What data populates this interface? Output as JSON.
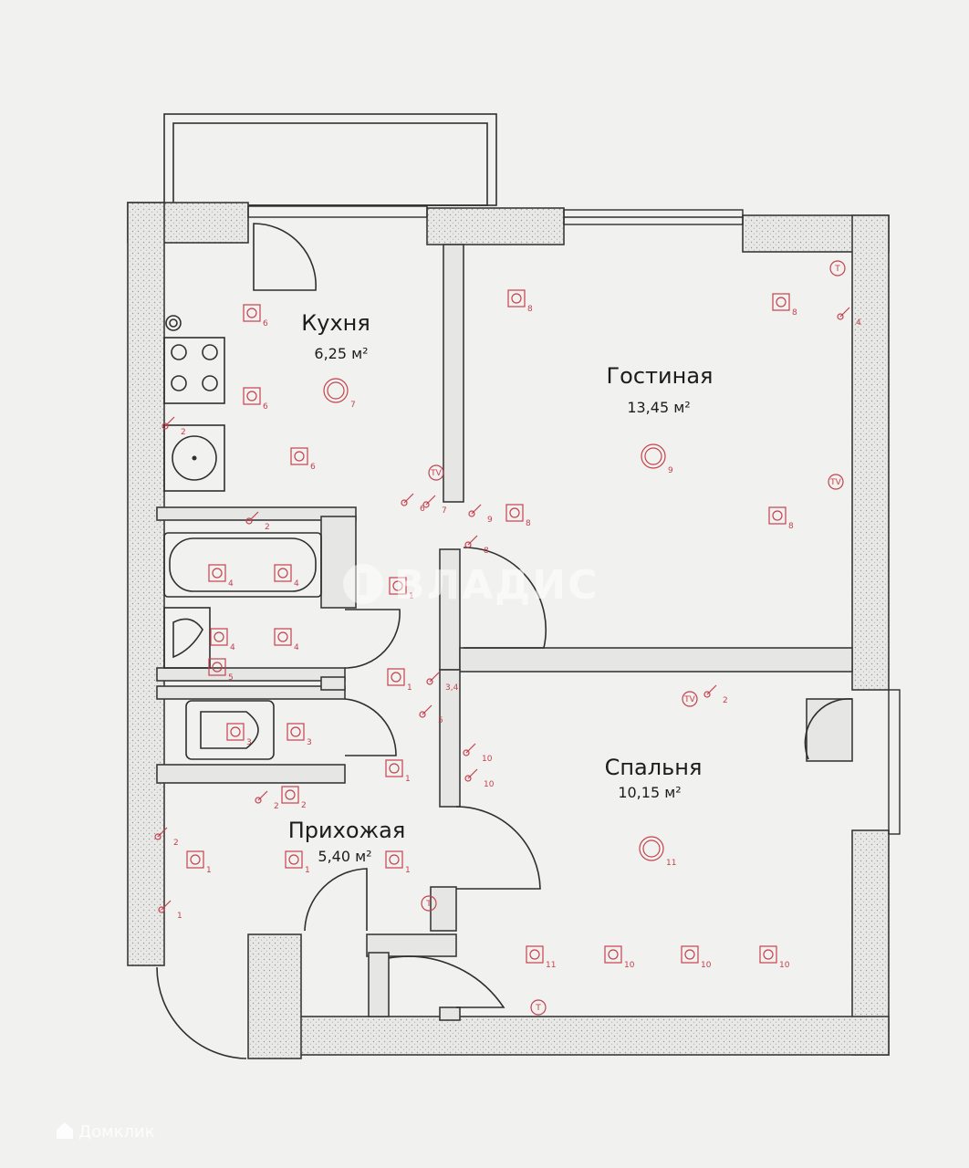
{
  "rooms": [
    {
      "name": "Кухня",
      "area": "6,25 м²"
    },
    {
      "name": "Гостиная",
      "area": "13,45 м²"
    },
    {
      "name": "Спальня",
      "area": "10,15 м²"
    },
    {
      "name": "Прихожая",
      "area": "5,40 м²"
    }
  ],
  "watermark": "ВЛАДИС",
  "source_badge": "Домклик",
  "colors": {
    "walls": "#e6e6e4",
    "lines": "#2f2f2f",
    "markers": "#c4424e",
    "paper": "#f1f1ef"
  },
  "markers": {
    "kitchen": [
      "6",
      "6",
      "6",
      "7",
      "2",
      "2"
    ],
    "living": [
      "8",
      "8",
      "9",
      "8",
      "8",
      "4",
      "TV",
      "TV",
      "T",
      "6",
      "7",
      "9",
      "8"
    ],
    "bath": [
      "4",
      "4",
      "4",
      "4",
      "5",
      "1",
      "1",
      "3,4",
      "5"
    ],
    "wc": [
      "3",
      "3",
      "1"
    ],
    "hall": [
      "2",
      "2",
      "2",
      "1",
      "1",
      "1",
      "1",
      "T"
    ],
    "bedroom": [
      "TV",
      "2",
      "11",
      "10",
      "11",
      "10",
      "10",
      "10",
      "10",
      "T"
    ]
  }
}
